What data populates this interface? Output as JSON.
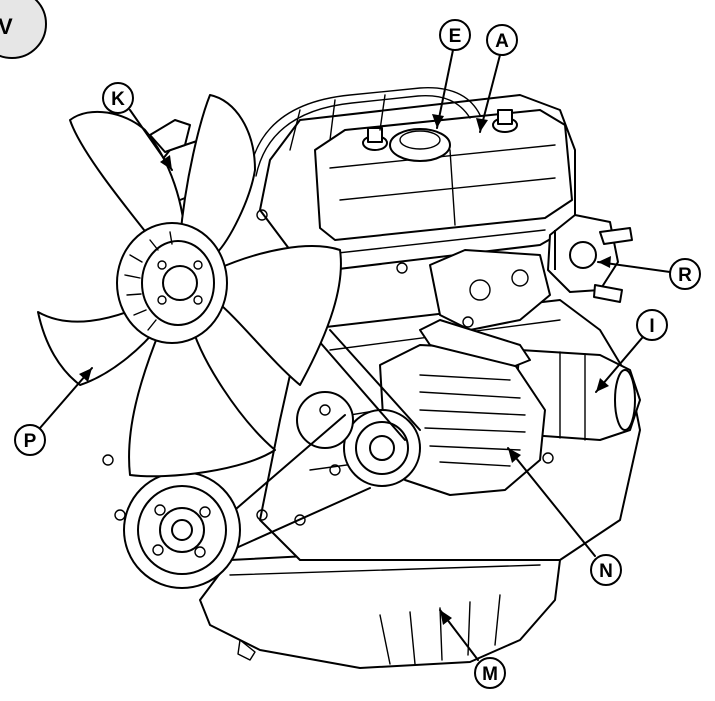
{
  "view_badge": {
    "text": "V"
  },
  "callouts": [
    {
      "id": "E",
      "text": "E"
    },
    {
      "id": "A",
      "text": "A"
    },
    {
      "id": "K",
      "text": "K"
    },
    {
      "id": "R",
      "text": "R"
    },
    {
      "id": "I",
      "text": "I"
    },
    {
      "id": "P",
      "text": "P"
    },
    {
      "id": "N",
      "text": "N"
    },
    {
      "id": "M",
      "text": "M"
    }
  ]
}
